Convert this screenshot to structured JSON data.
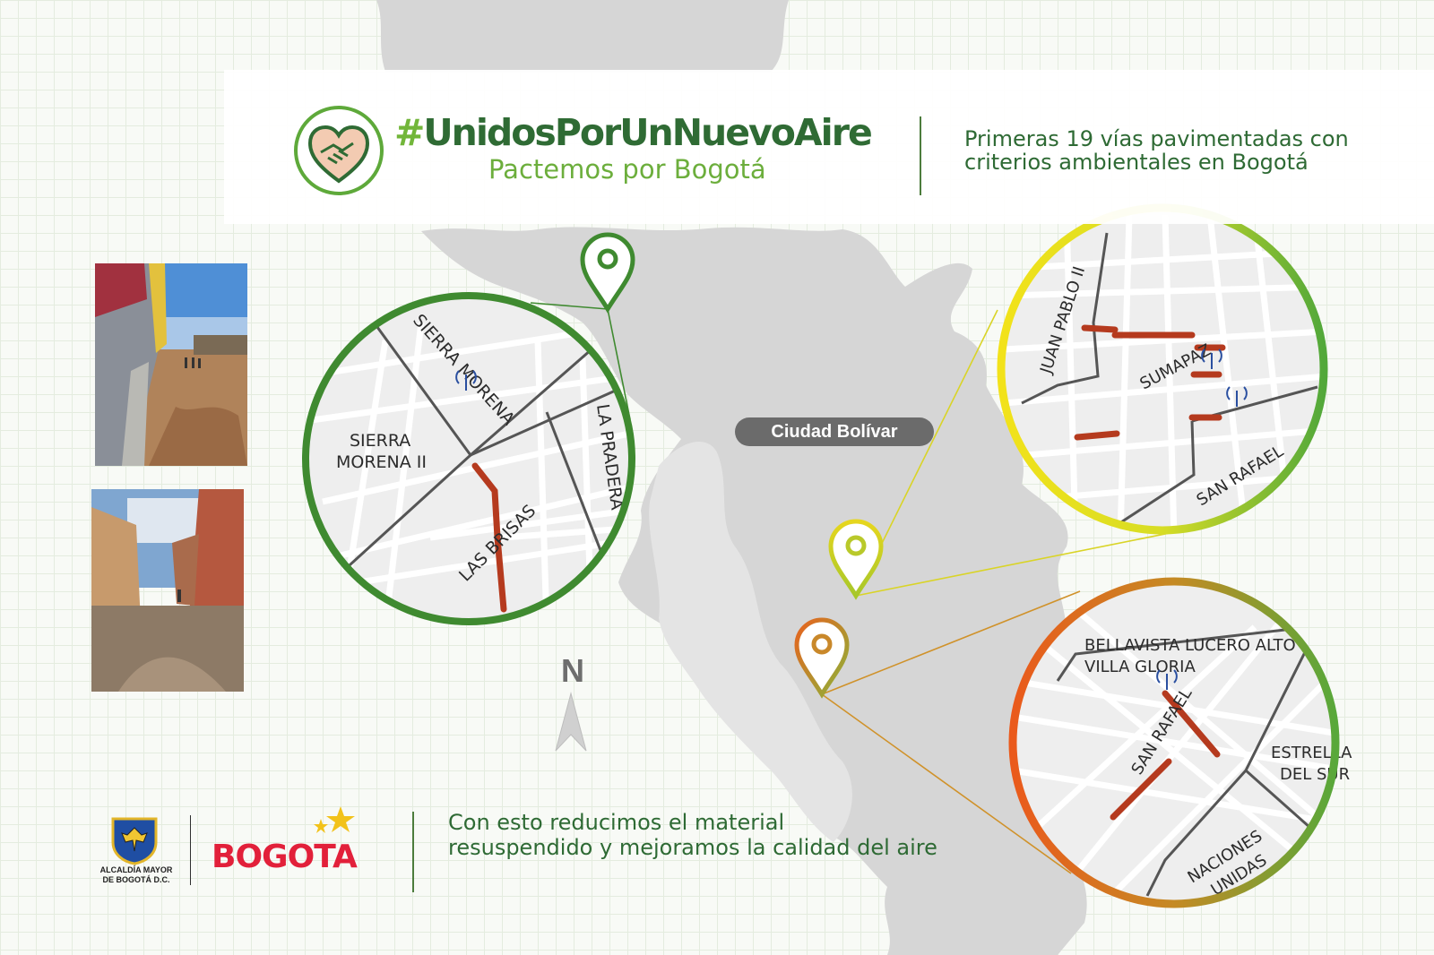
{
  "header": {
    "hashtag_symbol": "#",
    "hashtag_text": "UnidosPorUnNuevoAire",
    "subtitle": "Pactemos por Bogotá",
    "headline_line1": "Primeras 19 vías pavimentadas con",
    "headline_line2": "criterios ambientales en Bogotá"
  },
  "map": {
    "locality_label": "Ciudad Bolívar",
    "north_label": "N"
  },
  "zoom_left": {
    "labels": [
      "SIERRA MORENA",
      "SIERRA",
      "MORENA II",
      "LA PRADERA",
      "LAS BRISAS"
    ]
  },
  "zoom_top_right": {
    "labels": [
      "JUAN PABLO II",
      "SUMAPAZ",
      "SAN RAFAEL"
    ]
  },
  "zoom_bottom_right": {
    "labels": [
      "BELLAVISTA LUCERO ALTO",
      "VILLA GLORIA",
      "SAN RAFAEL",
      "ESTRELLA",
      "DEL SUR",
      "NACIONES",
      "UNIDAS"
    ]
  },
  "footer": {
    "message_line1": "Con esto reducimos el material",
    "message_line2": "resuspendido y mejoramos la calidad del aire",
    "alcaldia_line1": "ALCALDÍA MAYOR",
    "alcaldia_line2": "DE BOGOTÁ D.C.",
    "bogota_logo": "BOGOTA"
  },
  "colors": {
    "dark_green": "#2f6b34",
    "light_green": "#72b63a",
    "paved_road": "#b53a1e",
    "map_land": "#d4d4d4"
  }
}
